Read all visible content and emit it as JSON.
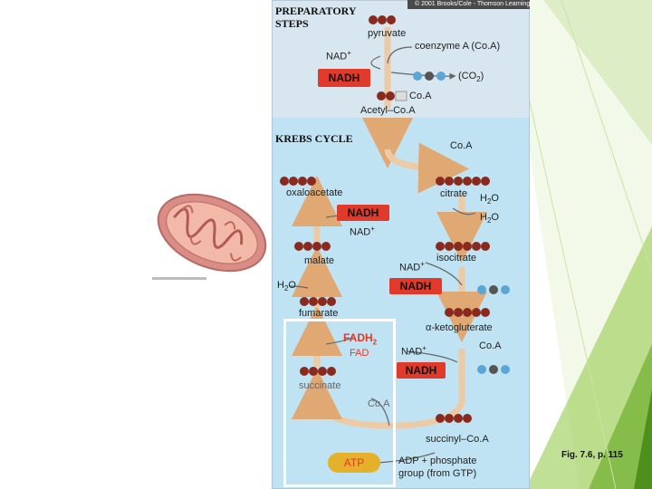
{
  "copyright": "© 2001 Brooks/Cole - Thomson Learning",
  "colors": {
    "top_panel": "#d8e6ef",
    "bottom_panel": "#bfe3f2",
    "arrow": "#e9bf92",
    "molecule": "#8a2a1f",
    "nadh_box": "#e23a2a",
    "co2": "#5aa6d6",
    "green_accent": "#8cc63f"
  },
  "sections": {
    "preparatory": "PREPARATORY STEPS",
    "krebs": "KREBS CYCLE"
  },
  "molecules": {
    "pyruvate": "pyruvate",
    "coenzyme_a": "coenzyme A (Co.A)",
    "nad_plus_1": "NAD",
    "nadh_1": "NADH",
    "co2_1": "(CO",
    "coa_1": "Co.A",
    "acetyl_coa": "Acetyl–Co.A",
    "coa_2": "Co.A",
    "oxaloacetate": "oxaloacetate",
    "citrate": "citrate",
    "h2o_1": "H",
    "nadh_2": "NADH",
    "h2o_2": "H",
    "nad_plus_2": "NAD",
    "malate": "malate",
    "nad_plus_3": "NAD",
    "isocitrate": "isocitrate",
    "h2o_3": "H",
    "nadh_3": "NADH",
    "fumarate": "fumarate",
    "alpha_ketoglutarate": "α-ketogluterate",
    "fadh2": "FADH",
    "fad": "FAD",
    "nad_plus_4": "NAD",
    "coa_3": "Co.A",
    "nadh_4": "NADH",
    "succinate": "succinate",
    "coa_4": "Co.A",
    "succinyl_coa": "succinyl–Co.A",
    "adp_phosphate": "ADP + phosphate group (from GTP)",
    "atp": "ATP"
  },
  "figure_caption": "Fig. 7.6, p. 115",
  "icons": [
    "mitochondrion-illustration",
    "carbon-chain-molecule",
    "co2-molecule",
    "cycle-arrow"
  ]
}
